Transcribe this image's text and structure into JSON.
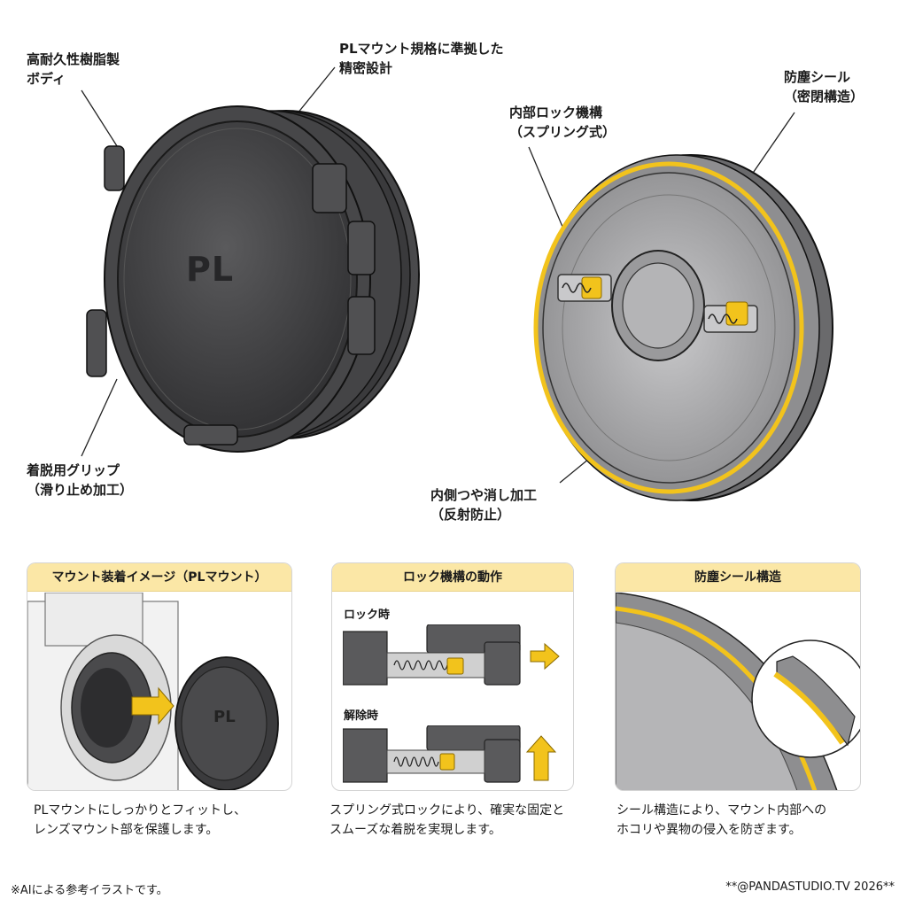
{
  "callouts": {
    "body_material": [
      "高耐久性樹脂製",
      "ボディ"
    ],
    "precision": [
      "PLマウント規格に準拠した",
      "精密設計"
    ],
    "grip": [
      "着脱用グリップ",
      "（滑り止め加工）"
    ],
    "lock": [
      "内部ロック機構",
      "（スプリング式）"
    ],
    "seal": [
      "防塵シール",
      "（密閉構造）"
    ],
    "inner_finish": [
      "内側つや消し加工",
      "（反射防止）"
    ]
  },
  "cap_emboss": "PL",
  "panels": {
    "mount": {
      "title": "マウント装着イメージ（PLマウント）",
      "cap_emboss": "PL",
      "description": [
        "PLマウントにしっかりとフィットし、",
        "レンズマウント部を保護します。"
      ]
    },
    "lock": {
      "title": "ロック機構の動作",
      "locked_label": "ロック時",
      "released_label": "解除時",
      "description": [
        "スプリング式ロックにより、確実な固定と",
        "スムーズな着脱を実現します。"
      ]
    },
    "seal": {
      "title": "防塵シール構造",
      "description": [
        "シール構造により、マウント内部への",
        "ホコリや異物の侵入を防ぎます。"
      ]
    }
  },
  "footer": {
    "note": "※AIによる参考イラストです。",
    "credit": "**@PANDASTUDIO.TV 2026**"
  },
  "colors": {
    "accent_yellow": "#f2c31c",
    "cap_dark": "#3b3b3d",
    "header_bg": "#fbe7a6"
  }
}
